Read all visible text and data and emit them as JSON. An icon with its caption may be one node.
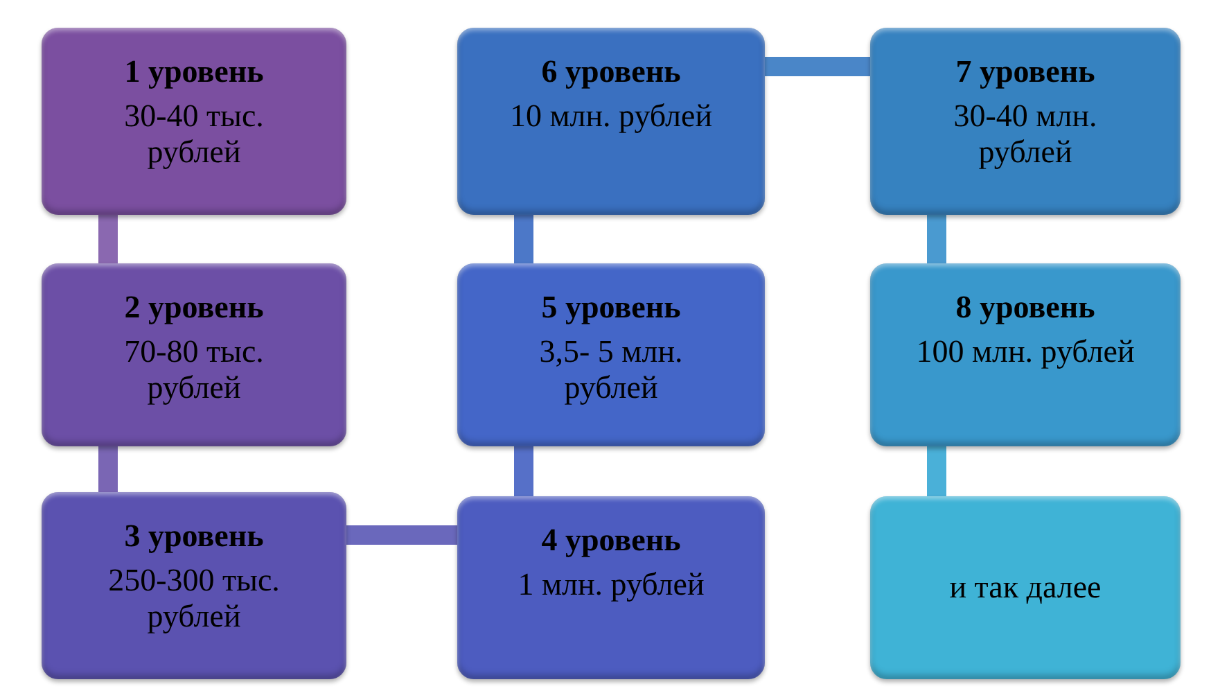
{
  "diagram": {
    "nodes": [
      {
        "text": [
          "1 уровень",
          "30-40 тыс. рублей"
        ]
      },
      {
        "text": [
          "2 уровень",
          "70-80 тыс. рублей"
        ]
      },
      {
        "text": [
          "3 уровень",
          "250-300 тыс. рублей"
        ]
      },
      {
        "text": [
          "4 уровень",
          "1 млн. рублей"
        ]
      },
      {
        "text": [
          "5 уровень",
          "3,5- 5 млн. рублей"
        ]
      },
      {
        "text": [
          "6 уровень",
          "10 млн. рублей"
        ]
      },
      {
        "text": [
          "7 уровень",
          "30-40 млн. рублей"
        ]
      },
      {
        "text": [
          "8 уровень",
          "100 млн. рублей"
        ]
      },
      {
        "text": [
          "и так далее"
        ]
      }
    ],
    "edges": [
      {
        "from": 0,
        "to": 1,
        "arrow": "none",
        "color": "#8a68b0"
      },
      {
        "from": 1,
        "to": 2,
        "arrow": "none",
        "color": "#7a66b4"
      },
      {
        "from": 2,
        "to": 3,
        "arrow": "none",
        "color": "#6a68bc"
      },
      {
        "from": 3,
        "to": 4,
        "arrow": "none",
        "color": "#5670c8"
      },
      {
        "from": 4,
        "to": 5,
        "arrow": "none",
        "color": "#4c78c8"
      },
      {
        "from": 5,
        "to": 6,
        "arrow": "none",
        "color": "#4a86c8"
      },
      {
        "from": 6,
        "to": 7,
        "arrow": "none",
        "color": "#4a9ad0"
      },
      {
        "from": 7,
        "to": 8,
        "arrow": "none",
        "color": "#4ab0d8"
      }
    ]
  }
}
